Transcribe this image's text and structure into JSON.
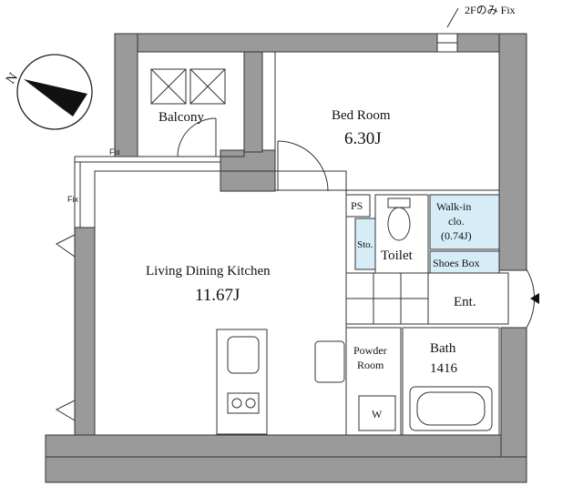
{
  "labels": {
    "fix_note": "2Fのみ Fix",
    "balcony": "Balcony",
    "bedroom": "Bed Room",
    "bedroom_size": "6.30J",
    "ldk": "Living Dining Kitchen",
    "ldk_size": "11.67J",
    "ps": "PS",
    "sto": "Sto.",
    "toilet": "Toilet",
    "walkin_line1": "Walk-in",
    "walkin_line2": "clo.",
    "walkin_size": "(0.74J)",
    "shoes_box": "Shoes Box",
    "ent": "Ent.",
    "powder_line1": "Powder",
    "powder_line2": "Room",
    "bath": "Bath",
    "bath_size": "1416",
    "washer": "W",
    "fix_small_1": "Fix",
    "fix_small_2": "Fix",
    "compass": "N"
  },
  "colors": {
    "wall": "#9a9a9a",
    "storage": "#d6ecf7",
    "line": "#333333"
  },
  "icons": [
    "compass-icon",
    "entrance-arrow-icon",
    "toilet-icon",
    "bathtub-icon",
    "sink-icon",
    "stove-icon",
    "door-swing-icon"
  ]
}
